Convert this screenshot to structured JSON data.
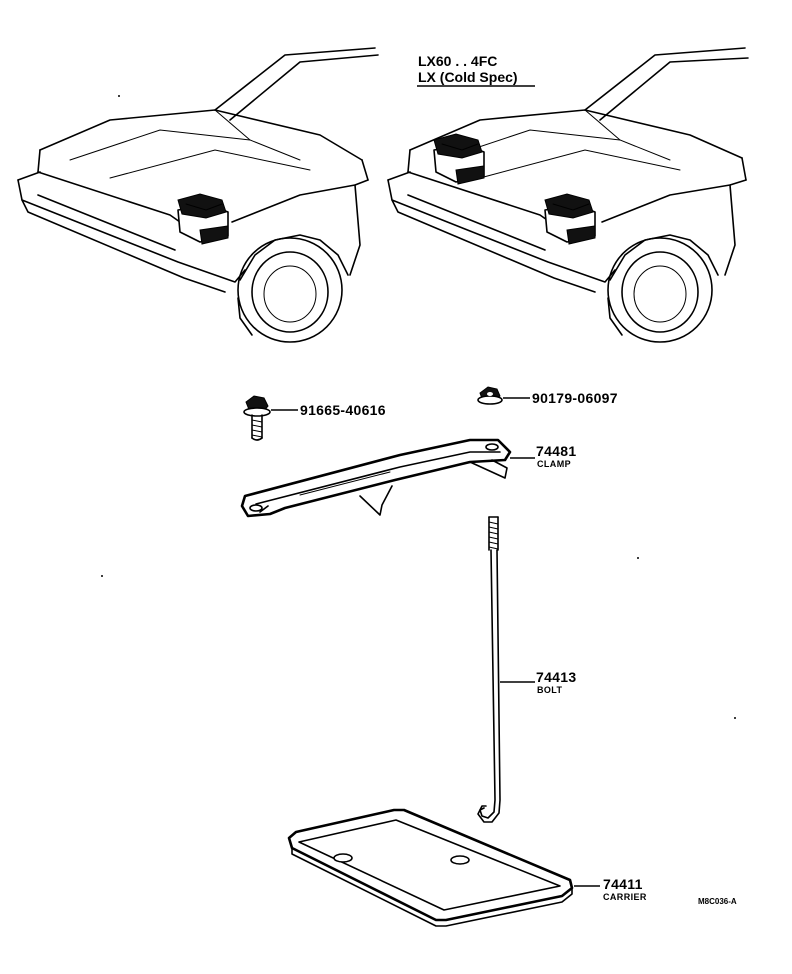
{
  "header": {
    "line1": "LX60 . . 4FC",
    "line2": "LX (Cold Spec)"
  },
  "parts": [
    {
      "number": "91665-40616",
      "name": ""
    },
    {
      "number": "90179-06097",
      "name": ""
    },
    {
      "number": "74481",
      "name": "CLAMP"
    },
    {
      "number": "74413",
      "name": "BOLT"
    },
    {
      "number": "74411",
      "name": "CARRIER"
    }
  ],
  "drawing_code": "M8C036-A"
}
